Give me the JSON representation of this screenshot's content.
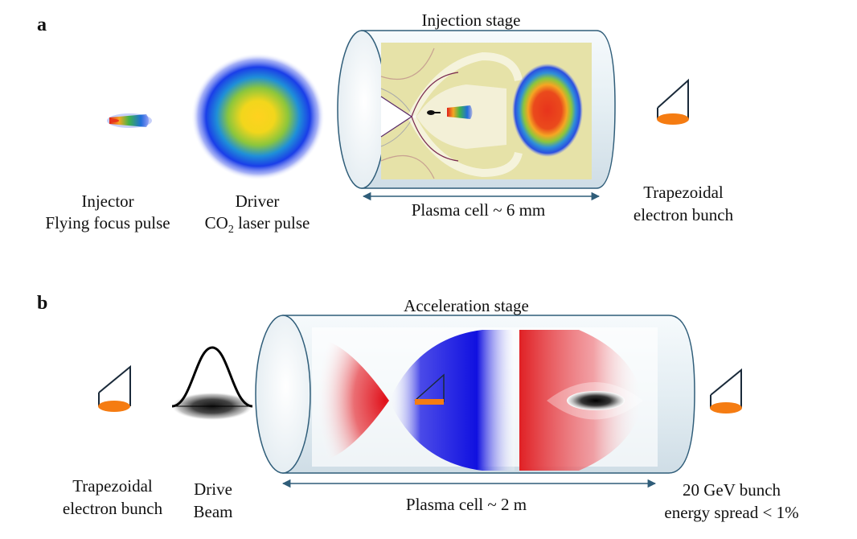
{
  "panel_a": {
    "letter": "a",
    "stage_title": "Injection stage",
    "injector_label_1": "Injector",
    "injector_label_2": "Flying focus pulse",
    "driver_label_1": "Driver",
    "driver_label_2_prefix": "CO",
    "driver_label_2_sub": "2",
    "driver_label_2_suffix": " laser pulse",
    "cell_length": "Plasma cell ~ 6 mm",
    "output_label_1": "Trapezoidal",
    "output_label_2": "electron bunch"
  },
  "panel_b": {
    "letter": "b",
    "stage_title": "Acceleration stage",
    "input_label_1": "Trapezoidal",
    "input_label_2": "electron bunch",
    "drive_label_1": "Drive",
    "drive_label_2": "Beam",
    "cell_length": "Plasma cell ~ 2 m",
    "output_label_1": "20 GeV bunch",
    "output_label_2": "energy spread < 1%"
  },
  "colors": {
    "cylinder_stroke": "#2f5d79",
    "bunch_orange": "#f57c12",
    "field_red": "#e0101a",
    "field_blue": "#1a1ae0"
  }
}
